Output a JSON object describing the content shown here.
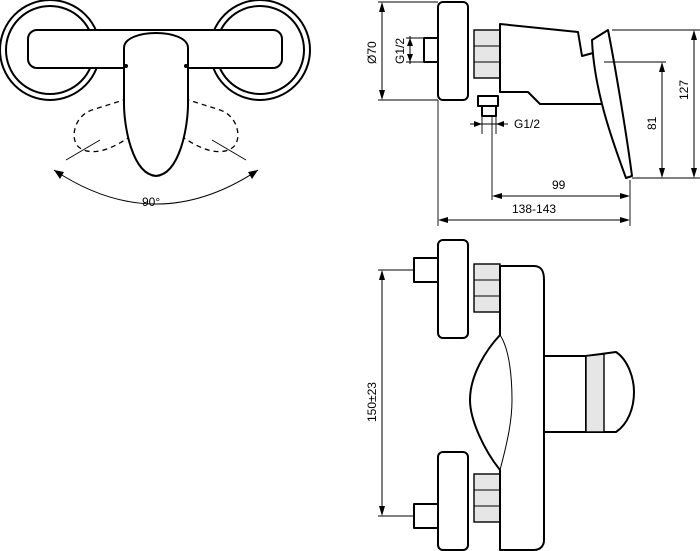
{
  "dimensions": {
    "angle": "90°",
    "rosette_diameter": "Ø70",
    "thread_top": "G1/2",
    "thread_outlet": "G1/2",
    "height_outlet": "81",
    "height_total": "127",
    "depth_lever": "99",
    "depth_total": "138-143",
    "centers": "150±23"
  }
}
